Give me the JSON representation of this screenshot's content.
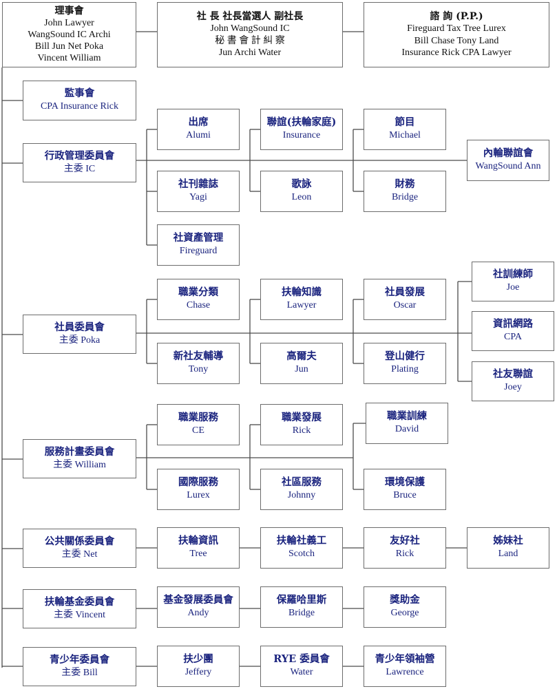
{
  "org": {
    "board": [
      "理事會",
      "John  Lawyer",
      "WangSound  IC  Archi",
      "Bill  Jun  Net  Poka",
      "Vincent  William"
    ],
    "officers": [
      "社 長  社長當選人  副社長",
      "John   WangSound    IC",
      "秘  書   會   計     糾   察",
      "Jun     Archi       Water"
    ],
    "advisors": [
      "諮  詢 (P.P.)",
      "Fireguard  Tax  Tree  Lurex",
      "Bill  Chase  Tony  Land",
      "Insurance  Rick  CPA  Lawyer"
    ],
    "supervisors": [
      "監事會",
      "CPA  Insurance  Rick"
    ],
    "admin": {
      "head": [
        "行政管理委員會",
        "主委 IC"
      ],
      "units": [
        [
          "出席",
          "Alumi"
        ],
        [
          "聯誼(扶輪家庭)",
          "Insurance"
        ],
        [
          "節目",
          "Michael"
        ],
        [
          "內輪聯誼會",
          "WangSound Ann"
        ],
        [
          "社刊雜誌",
          "Yagi"
        ],
        [
          "歌詠",
          "Leon"
        ],
        [
          "財務",
          "Bridge"
        ],
        [
          "社資產管理",
          "Fireguard"
        ]
      ]
    },
    "membership": {
      "head": [
        "社員委員會",
        "主委 Poka"
      ],
      "units": [
        [
          "職業分類",
          "Chase"
        ],
        [
          "扶輪知識",
          "Lawyer"
        ],
        [
          "社員發展",
          "Oscar"
        ],
        [
          "社訓練師",
          "Joe"
        ],
        [
          "資訊網路",
          "CPA"
        ],
        [
          "社友聯誼",
          "Joey"
        ],
        [
          "新社友輔導",
          "Tony"
        ],
        [
          "高爾夫",
          "Jun"
        ],
        [
          "登山健行",
          "Plating"
        ]
      ]
    },
    "service": {
      "head": [
        "服務計畫委員會",
        "主委 William"
      ],
      "units": [
        [
          "職業服務",
          "CE"
        ],
        [
          "職業發展",
          "Rick"
        ],
        [
          "職業訓練",
          "David"
        ],
        [
          "國際服務",
          "Lurex"
        ],
        [
          "社區服務",
          "Johnny"
        ],
        [
          "環境保護",
          "Bruce"
        ]
      ]
    },
    "pr": {
      "head": [
        "公共關係委員會",
        "主委 Net"
      ],
      "units": [
        [
          "扶輪資訊",
          "Tree"
        ],
        [
          "扶輪社義工",
          "Scotch"
        ],
        [
          "友好社",
          "Rick"
        ],
        [
          "姊妹社",
          "Land"
        ]
      ]
    },
    "foundation": {
      "head": [
        "扶輪基金委員會",
        "主委 Vincent"
      ],
      "units": [
        [
          "基金發展委員會",
          "Andy"
        ],
        [
          "保羅哈里斯",
          "Bridge"
        ],
        [
          "獎助金",
          "George"
        ]
      ]
    },
    "youth": {
      "head": [
        "青少年委員會",
        "主委 Bill"
      ],
      "units": [
        [
          "扶少團",
          "Jeffery"
        ],
        [
          "RYE 委員會",
          "Water"
        ],
        [
          "青少年領袖營",
          "Lawrence"
        ]
      ]
    }
  }
}
